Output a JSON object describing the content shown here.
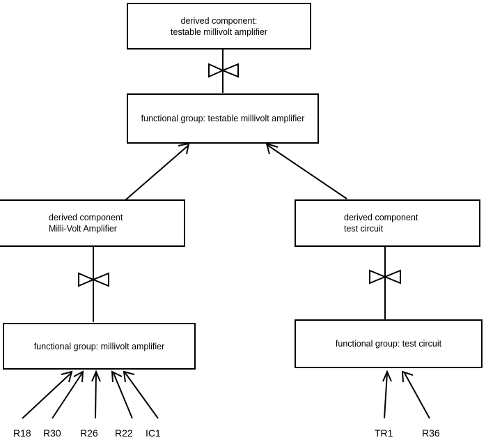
{
  "diagram": {
    "type": "component-hierarchy-diagram",
    "background_color": "#ffffff",
    "line_color": "#000000",
    "nodes": {
      "top_derived_component": {
        "line1": "derived component:",
        "line2": "testable millivolt amplifier"
      },
      "top_functional_group": {
        "line1": "functional group: testable millivolt amplifier"
      },
      "left_derived_component": {
        "line1": "derived component",
        "line2": "Milli-Volt Amplifier"
      },
      "right_derived_component": {
        "line1": "derived component",
        "line2": "test circuit"
      },
      "left_functional_group": {
        "line1": "functional group: millivolt amplifier"
      },
      "right_functional_group": {
        "line1": "functional group: test circuit"
      }
    },
    "leaf_labels": {
      "left_group": [
        {
          "text": "R18"
        },
        {
          "text": "R30"
        },
        {
          "text": "R26"
        },
        {
          "text": "R22"
        },
        {
          "text": "IC1"
        }
      ],
      "right_group": [
        {
          "text": "TR1"
        },
        {
          "text": "R36"
        }
      ]
    },
    "connectors": {
      "bowtie_icon_name": "bowtie-realization-icon",
      "bowtie_count": 3,
      "arrow_icon_name": "open-arrowhead-icon",
      "arrow_count": 9
    }
  }
}
